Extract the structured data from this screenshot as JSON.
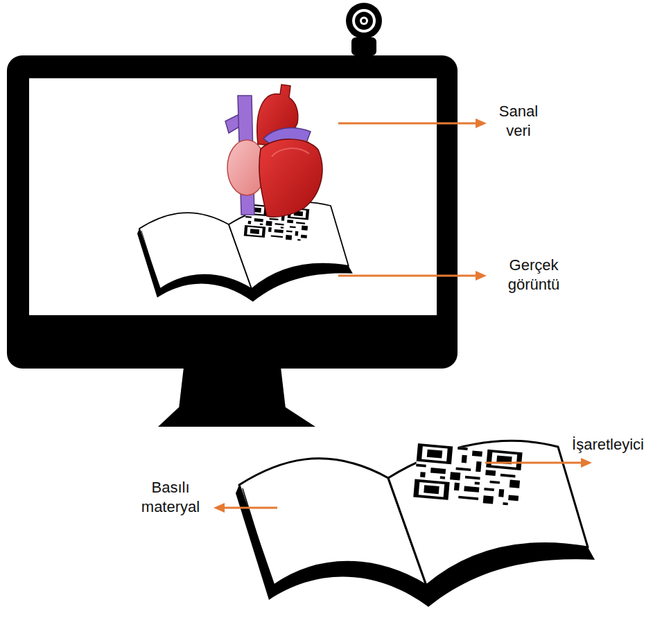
{
  "diagram": {
    "labels": [
      "Sanal veri",
      "Gerçek görüntü",
      "İşaretleyici",
      "Basılı materyal"
    ]
  }
}
